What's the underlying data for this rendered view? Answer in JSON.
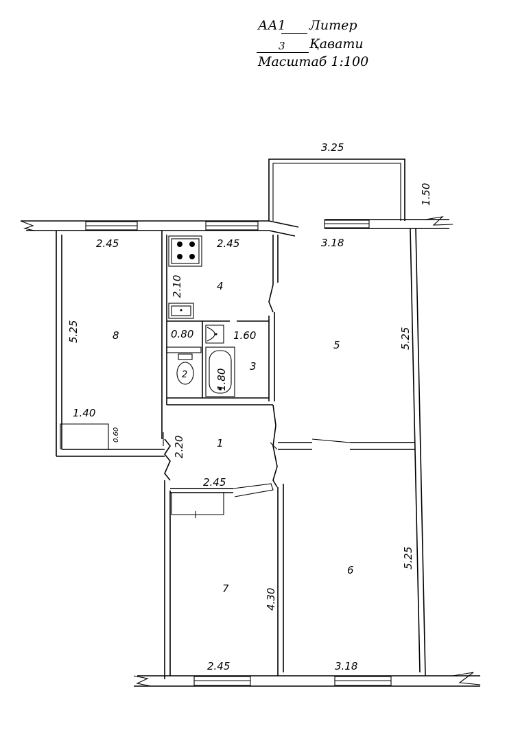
{
  "header": {
    "liter_code": "АА1",
    "liter_label": "Литер",
    "floor_number": "3",
    "floor_label": "Қавати",
    "scale_label": "Масштаб 1:100"
  },
  "rooms": [
    {
      "id": "1"
    },
    {
      "id": "2"
    },
    {
      "id": "3"
    },
    {
      "id": "4"
    },
    {
      "id": "5"
    },
    {
      "id": "6"
    },
    {
      "id": "7"
    },
    {
      "id": "8"
    }
  ],
  "dimensions": {
    "balcony_width": "3.25",
    "balcony_depth": "1.50",
    "room8_width": "2.45",
    "room8_length": "5.25",
    "closet_width": "1.40",
    "closet_depth": "0.60",
    "room4_width": "2.45",
    "room4_depth": "2.10",
    "wc_width": "0.80",
    "bath_width": "1.60",
    "bath_length": "1.80",
    "room5_width": "3.18",
    "room5_length": "5.25",
    "hall_depth": "2.20",
    "hall_width": "2.45",
    "room7_length": "4.30",
    "room7_width": "2.45",
    "room6_length": "5.25",
    "room6_width": "3.18"
  }
}
